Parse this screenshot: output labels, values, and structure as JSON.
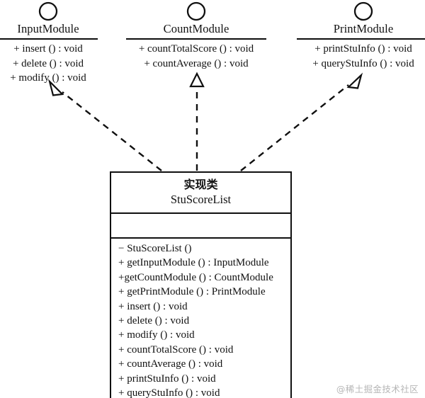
{
  "diagram": {
    "title": "StuScoreList UML class diagram",
    "stroke_color": "#101010",
    "background_color": "#ffffff",
    "watermark": "@稀土掘金技术社区"
  },
  "interfaces": [
    {
      "name": "InputModule",
      "icon": "interface-circle-icon",
      "operations": [
        "+ insert () : void",
        "+ delete () : void",
        "+ modify () : void"
      ]
    },
    {
      "name": "CountModule",
      "icon": "interface-circle-icon",
      "operations": [
        "+ countTotalScore () : void",
        "+ countAverage () : void"
      ]
    },
    {
      "name": "PrintModule",
      "icon": "interface-circle-icon",
      "operations": [
        "+ printStuInfo () : void",
        "+ queryStuInfo () : void"
      ]
    }
  ],
  "impl_class": {
    "stereotype": "实现类",
    "name": "StuScoreList",
    "attributes": [],
    "operations": [
      "− StuScoreList ()",
      "+ getInputModule () : InputModule",
      "+getCountModule () : CountModule",
      "+ getPrintModule () : PrintModule",
      "+ insert () : void",
      "+ delete () : void",
      "+ modify () : void",
      "+ countTotalScore () : void",
      "+ countAverage () : void",
      "+ printStuInfo () : void",
      "+ queryStuInfo () : void"
    ]
  },
  "relationships": [
    {
      "type": "realization",
      "from": "StuScoreList",
      "to": "InputModule"
    },
    {
      "type": "realization",
      "from": "StuScoreList",
      "to": "CountModule"
    },
    {
      "type": "realization",
      "from": "StuScoreList",
      "to": "PrintModule"
    }
  ]
}
